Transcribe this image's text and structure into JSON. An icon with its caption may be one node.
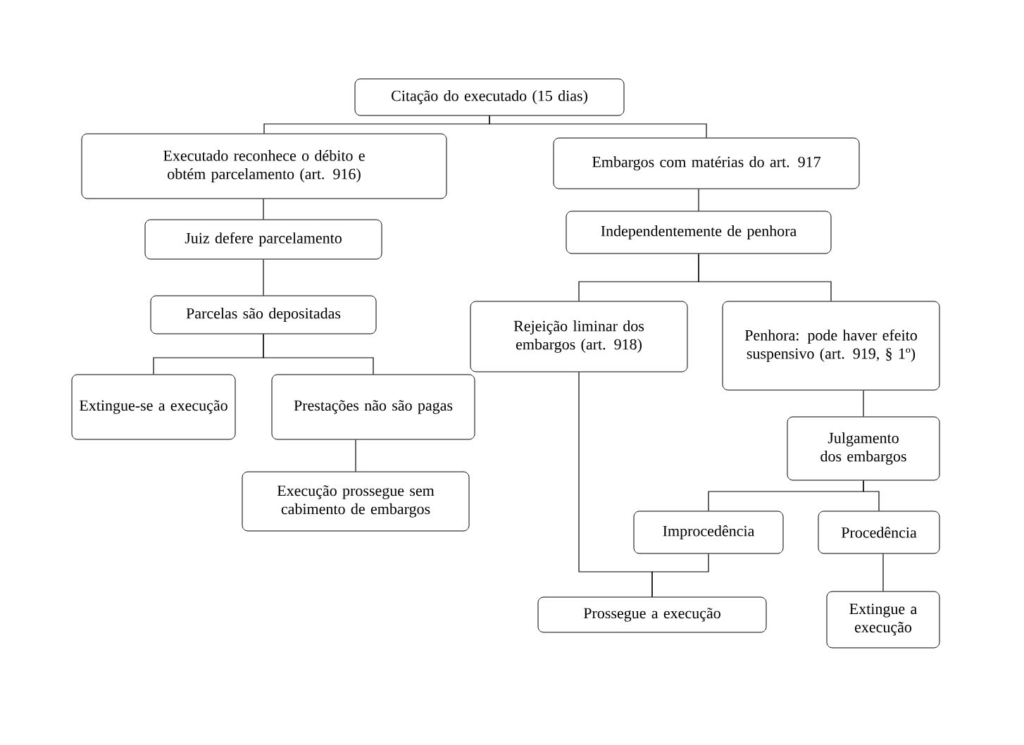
{
  "diagram": {
    "nodes": [
      {
        "text": [
          "Citação do executado (15 dias)"
        ]
      },
      {
        "text": [
          "Executado reconhece o débito e obtém parcelamento (art. 916)"
        ]
      },
      {
        "text": [
          "Embargos com matérias do art. 917"
        ]
      },
      {
        "text": [
          "Juiz defere parcelamento"
        ]
      },
      {
        "text": [
          "Independentemente de penhora"
        ]
      },
      {
        "text": [
          "Parcelas são depositadas"
        ]
      },
      {
        "text": [
          "Rejeição liminar dos embargos (art. 918)"
        ]
      },
      {
        "text": [
          "Penhora: pode haver efeito suspensivo (art. 919, § 1º)"
        ]
      },
      {
        "text": [
          "Extingue-se a execução"
        ]
      },
      {
        "text": [
          "Prestações não são pagas"
        ]
      },
      {
        "text": [
          "Julgamento dos embargos"
        ]
      },
      {
        "text": [
          "Execução prossegue sem cabimento de embargos"
        ]
      },
      {
        "text": [
          "Improcedência"
        ]
      },
      {
        "text": [
          "Procedência"
        ]
      },
      {
        "text": [
          "Prossegue a execução"
        ]
      },
      {
        "text": [
          "Extingue a execução"
        ]
      }
    ],
    "edges": [
      {
        "from": 0,
        "to": 1,
        "arrow": "none"
      },
      {
        "from": 0,
        "to": 2,
        "arrow": "none"
      },
      {
        "from": 1,
        "to": 3,
        "arrow": "none"
      },
      {
        "from": 3,
        "to": 5,
        "arrow": "none"
      },
      {
        "from": 5,
        "to": 8,
        "arrow": "none"
      },
      {
        "from": 5,
        "to": 9,
        "arrow": "none"
      },
      {
        "from": 9,
        "to": 11,
        "arrow": "none"
      },
      {
        "from": 2,
        "to": 4,
        "arrow": "none"
      },
      {
        "from": 4,
        "to": 6,
        "arrow": "none"
      },
      {
        "from": 4,
        "to": 7,
        "arrow": "none"
      },
      {
        "from": 7,
        "to": 10,
        "arrow": "none"
      },
      {
        "from": 10,
        "to": 12,
        "arrow": "none"
      },
      {
        "from": 10,
        "to": 13,
        "arrow": "none"
      },
      {
        "from": 6,
        "to": 14,
        "arrow": "none"
      },
      {
        "from": 12,
        "to": 14,
        "arrow": "none"
      },
      {
        "from": 13,
        "to": 15,
        "arrow": "none"
      }
    ]
  }
}
